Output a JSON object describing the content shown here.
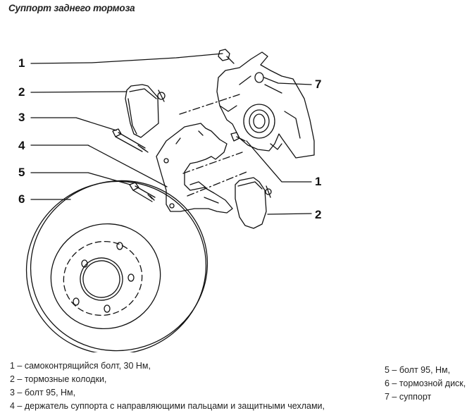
{
  "title": "Суппорт заднего тормоза",
  "callouts": {
    "left": [
      "1",
      "2",
      "3",
      "4",
      "5",
      "6"
    ],
    "right": [
      "7",
      "1",
      "2"
    ]
  },
  "legend": {
    "left": [
      "1 – самоконтрящийся болт, 30 Нм,",
      "2 – тормозные колодки,",
      "3 – болт 95, Нм,",
      "4 – держатель суппорта с направляющими пальцами и защитными чехлами,"
    ],
    "right": [
      "5 – болт 95, Нм,",
      "6 – тормозной диск,",
      "7 – суппорт"
    ]
  },
  "colors": {
    "ink": "#111111",
    "background": "#ffffff"
  }
}
